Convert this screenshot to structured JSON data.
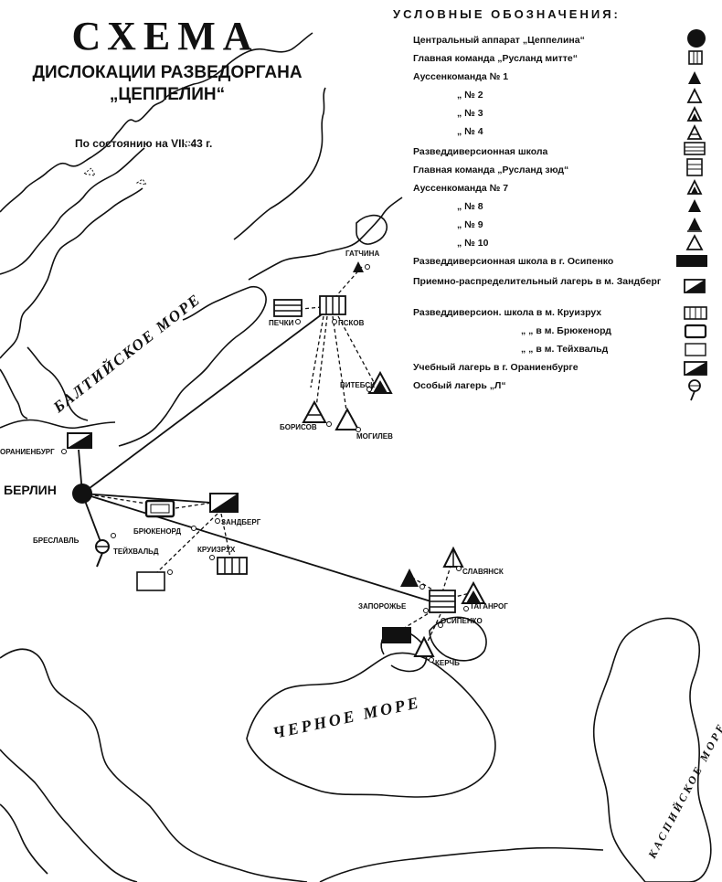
{
  "title": {
    "main": "СХЕМА",
    "line1": "ДИСЛОКАЦИИ РАЗВЕДОРГАНА",
    "line2": "„ЦЕППЕЛИН“",
    "date": "По состоянию на VII. 43 г."
  },
  "legend": {
    "heading": "УСЛОВНЫЕ ОБОЗНАЧЕНИЯ:",
    "items": [
      {
        "label": "Центральный аппарат „Цеппелина“",
        "symbol": "filled-circle"
      },
      {
        "label": "Главная команда „Русланд митте“",
        "symbol": "vertical-striped-square"
      },
      {
        "label": "Ауссенкоманда № 1",
        "symbol": "filled-triangle"
      },
      {
        "label": "„ № 2",
        "symbol": "outline-triangle"
      },
      {
        "label": "„ № 3",
        "symbol": "half-triangle"
      },
      {
        "label": "„ № 4",
        "symbol": "outline-triangle-bar"
      },
      {
        "label": "Разведдиверсионная школа",
        "symbol": "horizontal-striped-box"
      },
      {
        "label": "Главная команда „Русланд зюд“",
        "symbol": "horizontal-striped-tall"
      },
      {
        "label": "Ауссенкоманда № 7",
        "symbol": "half-triangle"
      },
      {
        "label": "„ № 8",
        "symbol": "filled-triangle"
      },
      {
        "label": "„ № 9",
        "symbol": "filled-triangle-base"
      },
      {
        "label": "„ № 10",
        "symbol": "outline-triangle"
      },
      {
        "label": "Разведдиверсионная школа в г. Осипенко",
        "symbol": "filled-box"
      },
      {
        "label": "Приемно-распределительный лагерь в м. Зандберг",
        "symbol": "diagonal-box"
      },
      {
        "label": "Разведдиверсион. школа в м. Круизрух",
        "symbol": "vertical-striped-box"
      },
      {
        "label": "„ „ в м. Брюкенорд",
        "symbol": "rounded-box"
      },
      {
        "label": "„ „ в м. Тейхвальд",
        "symbol": "outline-box"
      },
      {
        "label": "Учебный лагерь в г. Ораниенбурге",
        "symbol": "diagonal-box-dark"
      },
      {
        "label": "Особый лагерь „Л“",
        "symbol": "special-camp"
      }
    ]
  },
  "seas": {
    "baltic": "БАЛТИЙСКОЕ МОРЕ",
    "black": "ЧЕРНОЕ МОРЕ",
    "caspian": "КАСПИЙСКОЕ МОРЕ"
  },
  "places": {
    "berlin": "БЕРЛИН",
    "oranienburg": "ОРАНИЕНБУРГ",
    "breslau": "БРЕСЛАВЛЬ",
    "brukenord": "БРЮКЕНОРД",
    "zandberg": "ЗАНДБЕРГ",
    "teichwald": "ТЕЙХВАЛЬД",
    "kruizruh": "КРУИЗРУХ",
    "gatchina": "ГАТЧИНА",
    "pechki": "ПЕЧКИ",
    "pskov": "ПСКОВ",
    "vitebsk": "ВИТЕБСК",
    "borisov": "БОРИСОВ",
    "mogilev": "МОГИЛЕВ",
    "slavyansk": "СЛАВЯНСК",
    "zaporozhye": "ЗАПОРОЖЬЕ",
    "taganrog": "ТАГАНРОГ",
    "osipenko": "ОСИПЕНКО",
    "kerch": "КЕРЧЬ"
  }
}
